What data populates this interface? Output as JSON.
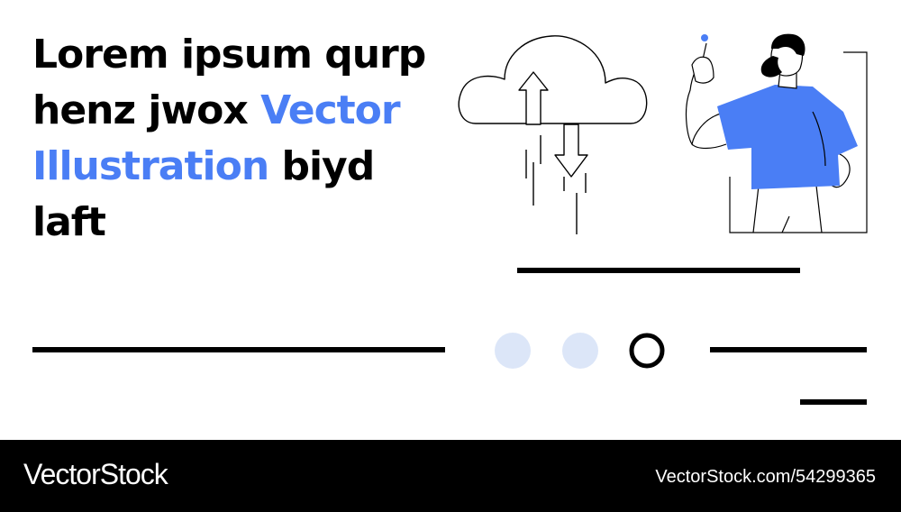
{
  "headline": {
    "part1": "Lorem ipsum qurp henz jwox ",
    "accent": "Vector Illustration",
    "part2": " biyd laft"
  },
  "colors": {
    "accent": "#4a7ef5",
    "dot_light": "#dce6f8",
    "text": "#000000",
    "footer_bg": "#000000"
  },
  "pagination": {
    "total": 3,
    "active_index": 2
  },
  "footer": {
    "brand": "VectorStock",
    "stock_id": "VectorStock.com/54299365"
  },
  "icons": {
    "cloud": "cloud-upload-download-icon",
    "person": "person-pointing-icon"
  }
}
